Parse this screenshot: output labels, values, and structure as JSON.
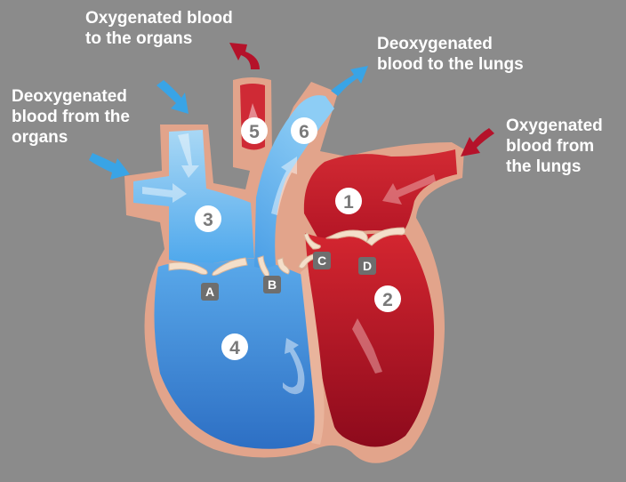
{
  "captions": {
    "oxy_to_organs": [
      "Oxygenated blood",
      "to the organs"
    ],
    "deoxy_to_lungs": [
      "Deoxygenated",
      "blood to the lungs"
    ],
    "deoxy_from_organs": [
      "Deoxygenated",
      "blood from the",
      "organs"
    ],
    "oxy_from_lungs": [
      "Oxygenated",
      "blood from",
      "the lungs"
    ]
  },
  "chamber_numbers": [
    "1",
    "2",
    "3",
    "4",
    "5",
    "6"
  ],
  "valve_letters": [
    "A",
    "B",
    "C",
    "D"
  ],
  "colors": {
    "background": "#8b8b8b",
    "oxygenated": "#c41a2a",
    "deoxygenated": "#3d8fd9",
    "heart_wall": "#e5a78e",
    "valve": "#f3dcc6",
    "arrow_red": "#b5122a",
    "arrow_blue": "#39a4e6"
  }
}
